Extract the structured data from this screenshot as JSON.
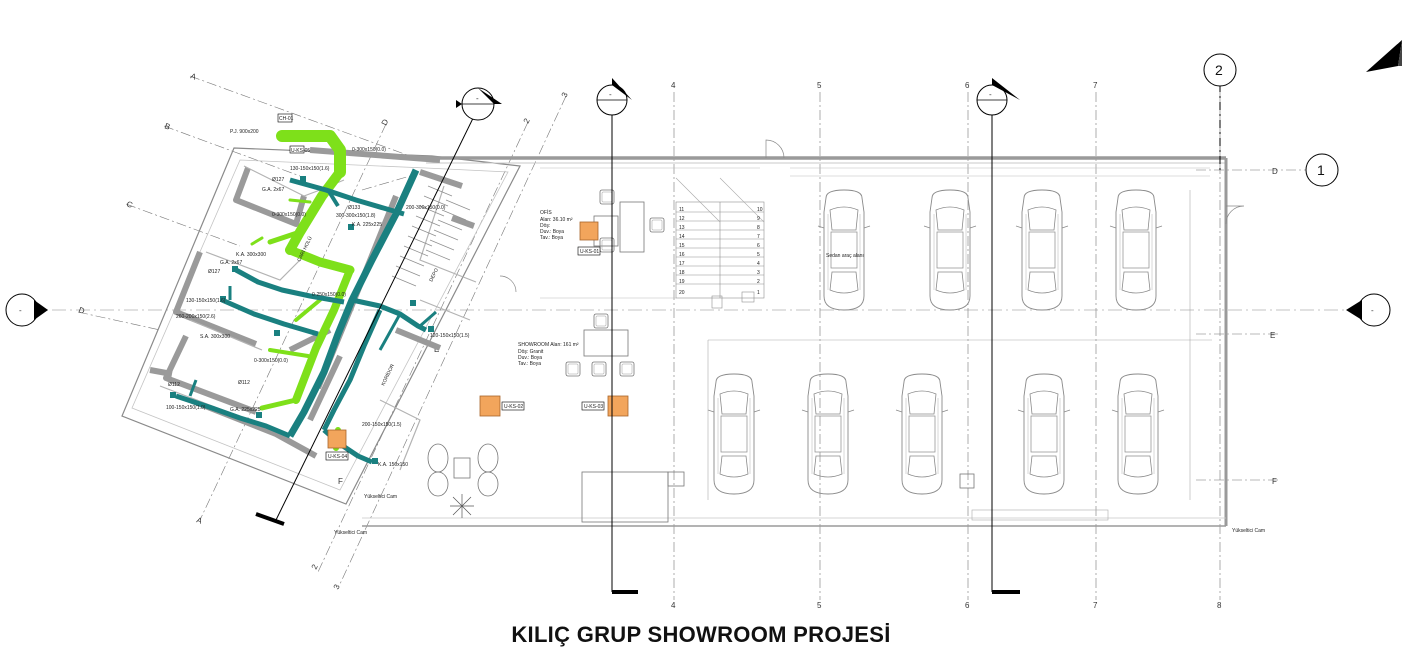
{
  "title": "KILIÇ GRUP SHOWROOM PROJESİ",
  "colors": {
    "main_duct": "#1a8080",
    "supply_duct": "#7ee01a",
    "unit": "#f2a55c",
    "wall": "#9a9a9a",
    "line": "#555555",
    "section_mark": "#000000"
  },
  "grid": {
    "numbers_top": [
      "4",
      "5",
      "6",
      "7"
    ],
    "numbers_bottom": [
      "4",
      "5",
      "6",
      "7",
      "8"
    ],
    "right_letters": [
      "D",
      "E",
      "F"
    ],
    "rotated_top": [
      "A",
      "B",
      "C",
      "2",
      "3"
    ],
    "rotated_left": [
      "A",
      "B",
      "C",
      "D"
    ],
    "rotated_bottom": [
      "A",
      "2",
      "3",
      "D",
      "E",
      "F"
    ],
    "bubble_right": "1",
    "bubble_top": "2"
  },
  "section_marks": [
    "-",
    "-",
    "-",
    "-",
    "-"
  ],
  "rooms": {
    "ofis": [
      "OFİS",
      "Alan: 36.10 m²",
      "Döş:",
      "Duv.: Boya",
      "Tav.: Boya"
    ],
    "showroom": [
      "SHOWROOM Alan: 161 m²",
      "Döş: Granit",
      "Duv.: Boya",
      "Tav.: Boya"
    ],
    "depo": "DEPO",
    "koridor": "KORİDOR",
    "cari": "CARİ HOLÜ"
  },
  "duct_labels": [
    "P.J. 900x200",
    "0-300x150(0.0)",
    "130-150x150(1.6)",
    "Ø127",
    "G.A. 2x67",
    "0-300x150(0.0)",
    "Ø133",
    "300-300x150(1.8)",
    "K.A. 225x225",
    "200-300x150(0.0)",
    "K.A. 300x300",
    "0-250x150(0.0)",
    "130-150x150(1.6)",
    "260-200x150(2.6)",
    "Ø127",
    "G.A. 2x67",
    "S.A. 300x300",
    "0-300x150(0.0)",
    "Ø112",
    "100-150x150(1.0)",
    "G.A. 225x225",
    "Ø112",
    "200-150x150(1.5)",
    "K.A. 150x150",
    "120-150x150(1.5)"
  ],
  "unit_tags": [
    "U-KS-01",
    "U-KS-02",
    "U-KS-03",
    "U-KS-04",
    "CH-01",
    "U-KS-05"
  ],
  "car_label": "Sedan araç alanı",
  "stair_numbers": [
    "10",
    "9",
    "8",
    "7",
    "6",
    "5",
    "4",
    "3",
    "2",
    "1",
    "11",
    "12",
    "13",
    "14",
    "15",
    "16",
    "17",
    "18",
    "19",
    "20"
  ],
  "level_labels": [
    "Yükseltici Cam",
    "Yükseltici Cam",
    "Yükseltici Cam"
  ]
}
